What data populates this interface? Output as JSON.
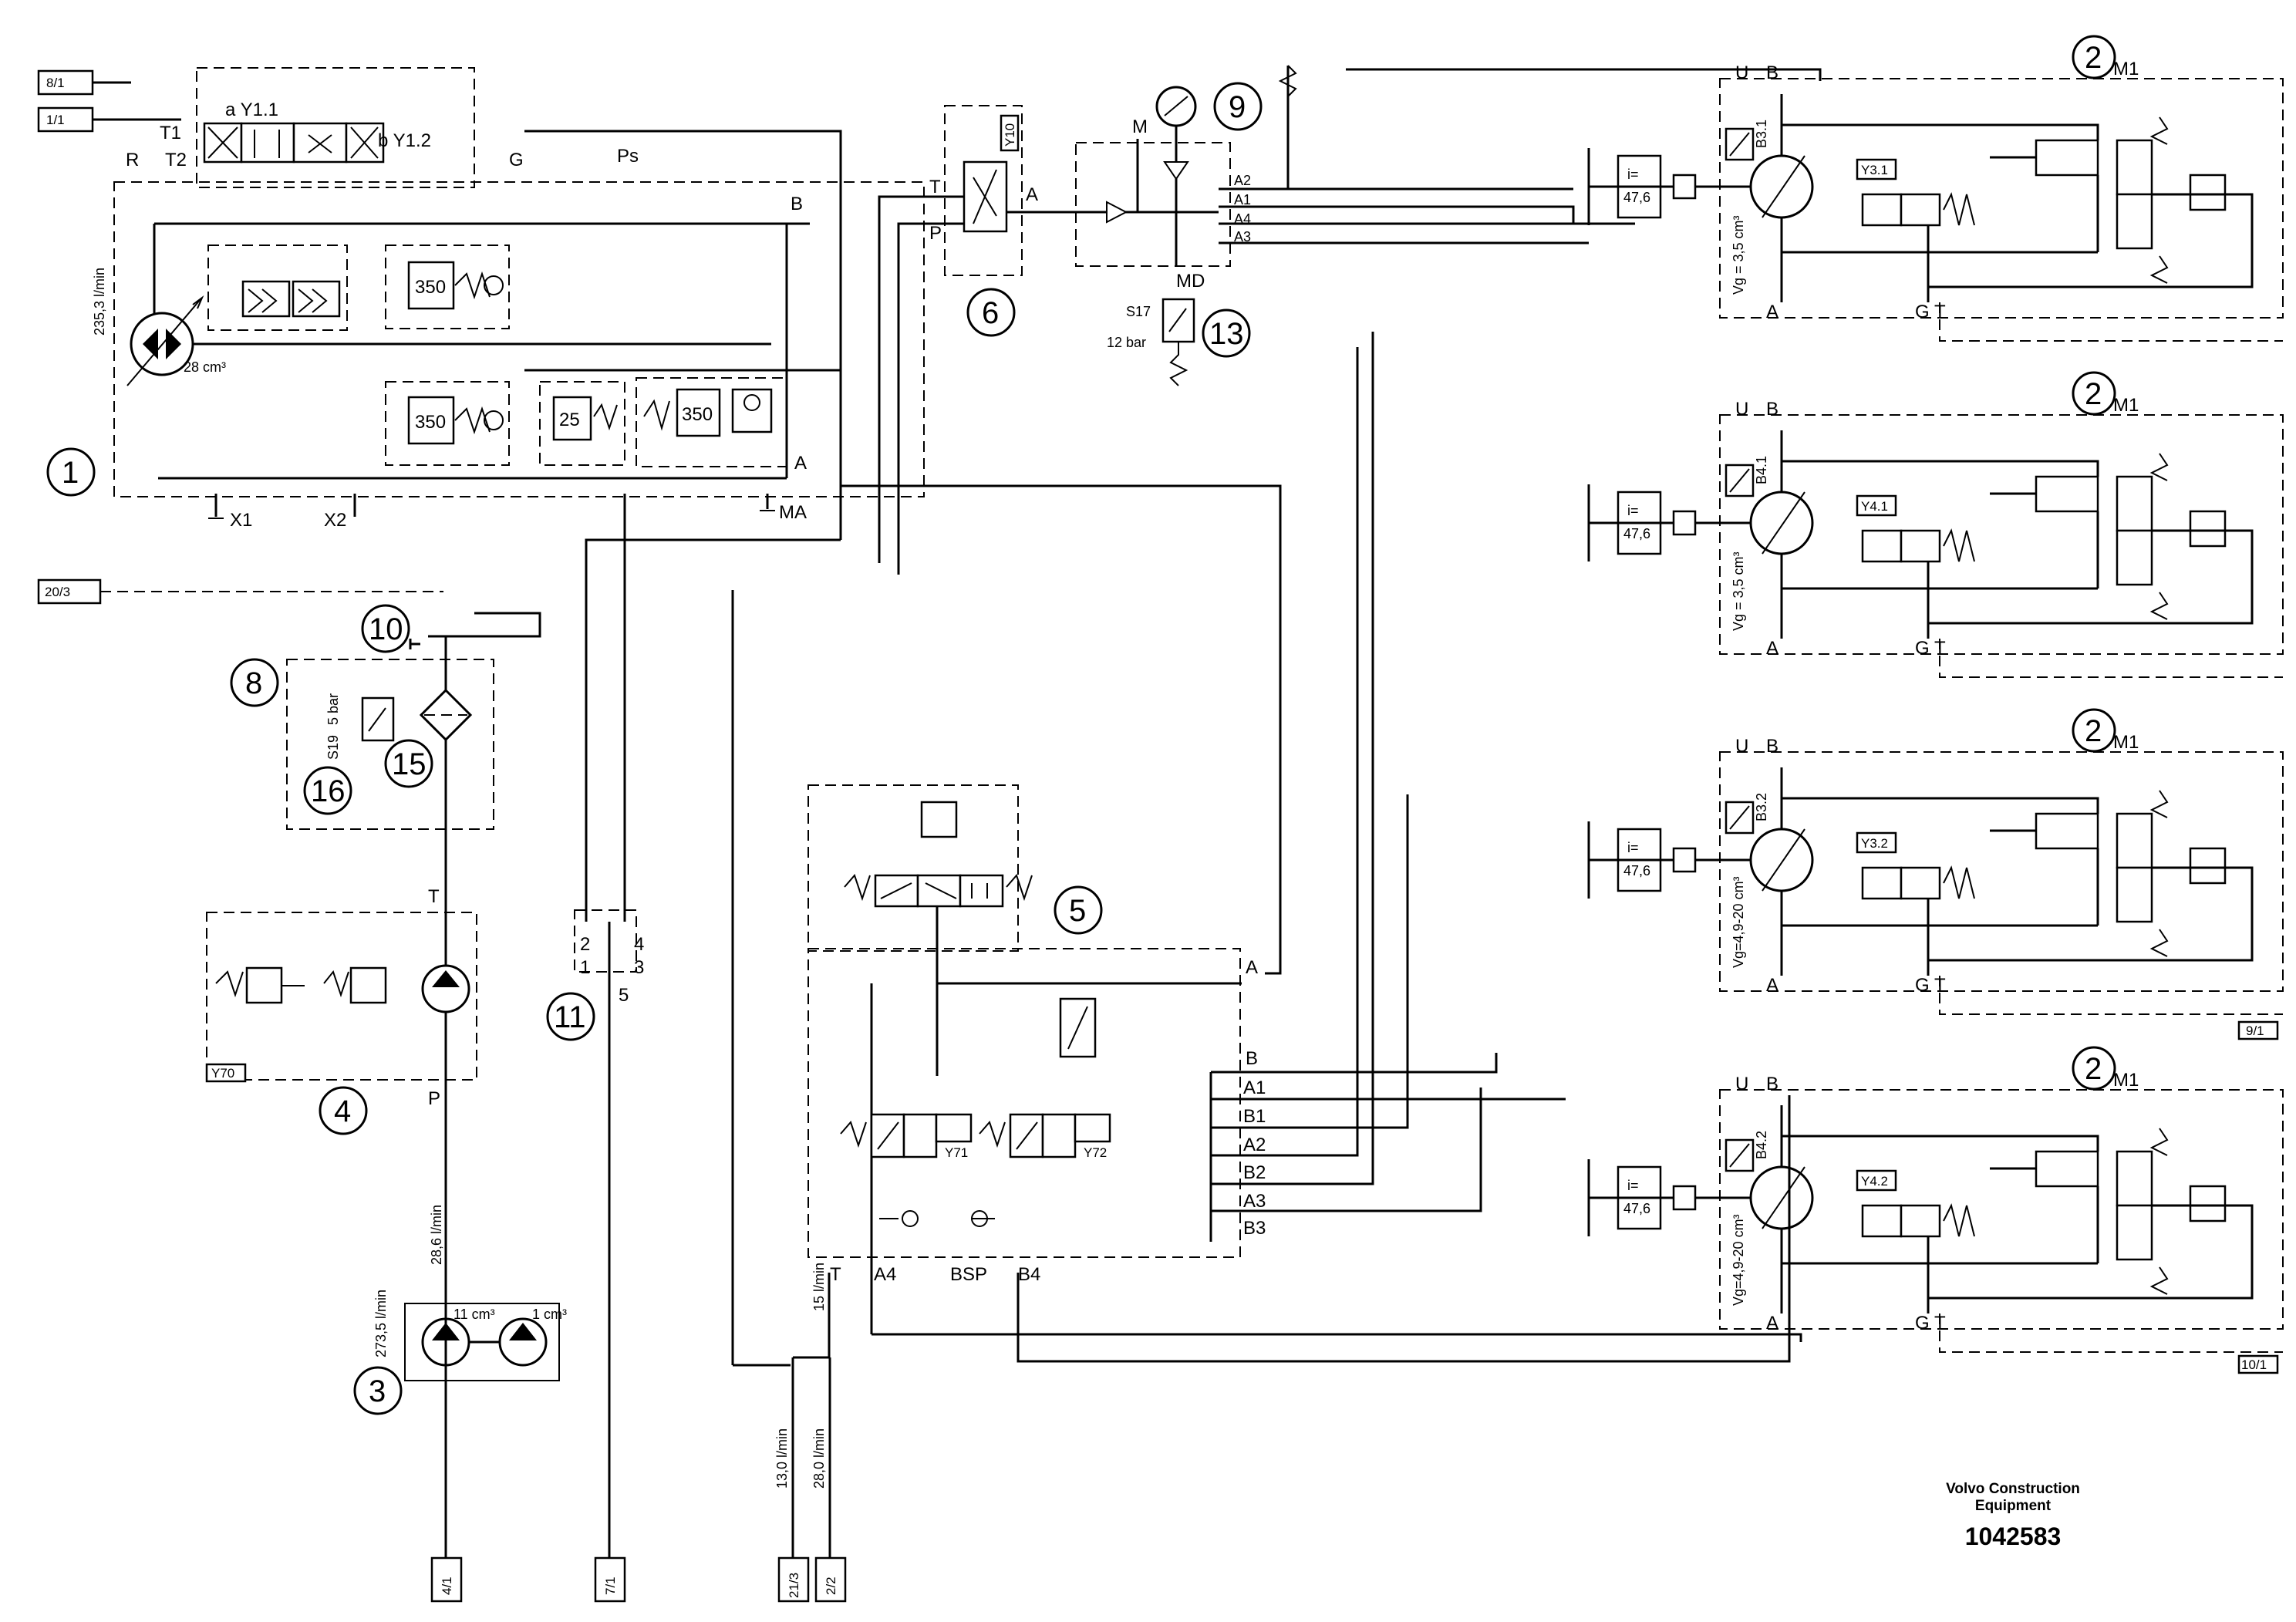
{
  "components": {
    "c1": "1",
    "c2": "2",
    "c3": "3",
    "c4": "4",
    "c5": "5",
    "c6": "6",
    "c8": "8",
    "c9": "9",
    "c10": "10",
    "c11": "11",
    "c13": "13",
    "c15": "15",
    "c16": "16"
  },
  "refs": {
    "r8_1": "8/1",
    "r1_1": "1/1",
    "r20_3": "20/3",
    "r9_1": "9/1",
    "r10_1": "10/1",
    "r4_1": "4/1",
    "r7_1": "7/1",
    "r21_3": "21/3",
    "r2_2": "2/2"
  },
  "ports": {
    "T1": "T1",
    "T2": "T2",
    "R": "R",
    "G": "G",
    "Ps": "Ps",
    "B": "B",
    "A": "A",
    "X1": "X1",
    "X2": "X2",
    "MA": "MA",
    "T": "T",
    "P": "P",
    "M": "M",
    "MD": "MD",
    "A1": "A1",
    "A2": "A2",
    "A3": "A3",
    "A4": "A4",
    "B1": "B1",
    "B2": "B2",
    "B3": "B3",
    "B4": "B4",
    "BSP": "BSP",
    "U": "U",
    "M1": "M1",
    "p1": "1",
    "p2": "2",
    "p3": "3",
    "p4": "4",
    "p5": "5"
  },
  "solenoids": {
    "Y1_1": "a Y1.1",
    "Y1_2": "b Y1.2",
    "Y10": "Y10",
    "Y70": "Y70",
    "Y71": "Y71",
    "Y72": "Y72",
    "Y3_1": "Y3.1",
    "Y4_1": "Y4.1",
    "Y3_2": "Y3.2",
    "Y4_2": "Y4.2"
  },
  "values": {
    "flow_main": "235,3 l/min",
    "disp_main": "28 cm³",
    "relief_350": "350",
    "relief_25": "25",
    "s17": "S17",
    "s17_p": "12 bar",
    "s19": "S19",
    "s19_p": "5 bar",
    "flow_286": "28,6 l/min",
    "flow_2735": "273,5 l/min",
    "disp_11": "11 cm³",
    "disp_1": "1 cm³",
    "flow_15": "15 l/min",
    "flow_13": "13,0 l/min",
    "flow_28": "28,0 l/min",
    "ratio": "i=",
    "ratio_v": "47,6",
    "b31": "B3.1",
    "b41": "B4.1",
    "b32": "B3.2",
    "b42": "B4.2",
    "vg1": "Vg = 3,5 cm³",
    "vg2": "Vg = 3,5 cm³",
    "vg3": "Vg=4,9-20 cm³",
    "vg4": "Vg=4,9-20 cm³"
  },
  "brand": {
    "line1": "Volvo Construction",
    "line2": "Equipment",
    "code": "1042583"
  }
}
